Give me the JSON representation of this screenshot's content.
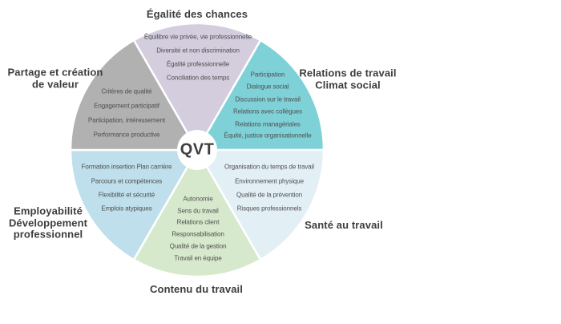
{
  "title": "QVT wheel diagram",
  "center": {
    "label": "QVT"
  },
  "colors": {
    "background": "#ffffff",
    "separator": "#ffffff",
    "heading_text": "#3d3d3d",
    "item_text": "#4f4f4f",
    "center_text": "#3f3f3f"
  },
  "sectors": [
    {
      "name": "egalite-des-chances",
      "label": "Égalité des chances",
      "color": "#d3cdde",
      "items": [
        "Équilibre vie privée, vie professionnelle",
        "Diversité et non discrimination",
        "Égalité professionnelle",
        "Conciliation des temps"
      ]
    },
    {
      "name": "relations-de-travail-climat-social",
      "label": "Relations de travail\nClimat social",
      "color": "#7fd1d8",
      "items": [
        "Participation",
        "Dialogue social",
        "Discussion sur le travail",
        "Relations avec collègues",
        "Relations managériales",
        "Équité, justice organisationnelle"
      ]
    },
    {
      "name": "sante-au-travail",
      "label": "Santé au travail",
      "color": "#e2eff5",
      "items": [
        "Organisation du temps de travail",
        "Environnement physique",
        "Qualité de la prévention",
        "Risques professionnels"
      ]
    },
    {
      "name": "contenu-du-travail",
      "label": "Contenu du travail",
      "color": "#d7e9cd",
      "items": [
        "Autonomie",
        "Sens du travail",
        "Relations client",
        "Responsabilisation",
        "Qualité de la gestion",
        "Travail en équipe"
      ]
    },
    {
      "name": "employabilite-developpement-professionnel",
      "label": "Employabilité\nDéveloppement\nprofessionnel",
      "color": "#bedfeb",
      "items": [
        "Formation insertion Plan carrière",
        "Parcours et compétences",
        "Flexibilité et sécurité",
        "Emplois atypiques"
      ]
    },
    {
      "name": "partage-et-creation-de-valeur",
      "label": "Partage et création\nde valeur",
      "color": "#b2b1b2",
      "items": [
        "Critères de qualité",
        "Engagement participatif",
        "Participation, intéressement",
        "Performance productive"
      ]
    }
  ]
}
